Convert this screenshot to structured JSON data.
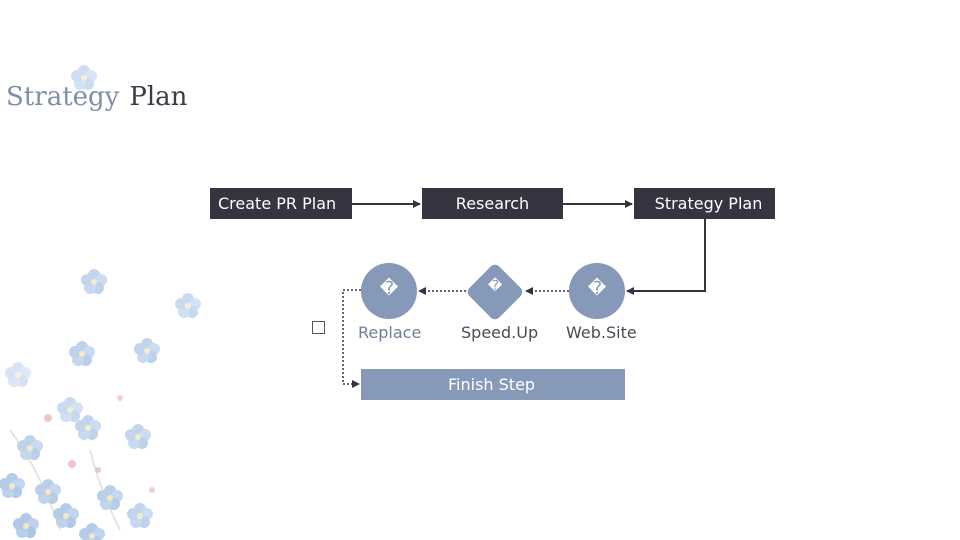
{
  "title": {
    "part1": "Strategy",
    "part2": "Plan"
  },
  "boxes": [
    {
      "label": "Create PR Plan"
    },
    {
      "label": "Research"
    },
    {
      "label": "Strategy Plan"
    }
  ],
  "nodes": [
    {
      "glyph": "�"
    },
    {
      "glyph": "�"
    },
    {
      "glyph": "�"
    }
  ],
  "labels": [
    "Replace",
    "Speed.Up",
    "Web.Site"
  ],
  "finish_label": "Finish Step",
  "colors": {
    "dark_box": "#353440",
    "node": "#8699b8",
    "title_accent": "#7e8ea8"
  }
}
